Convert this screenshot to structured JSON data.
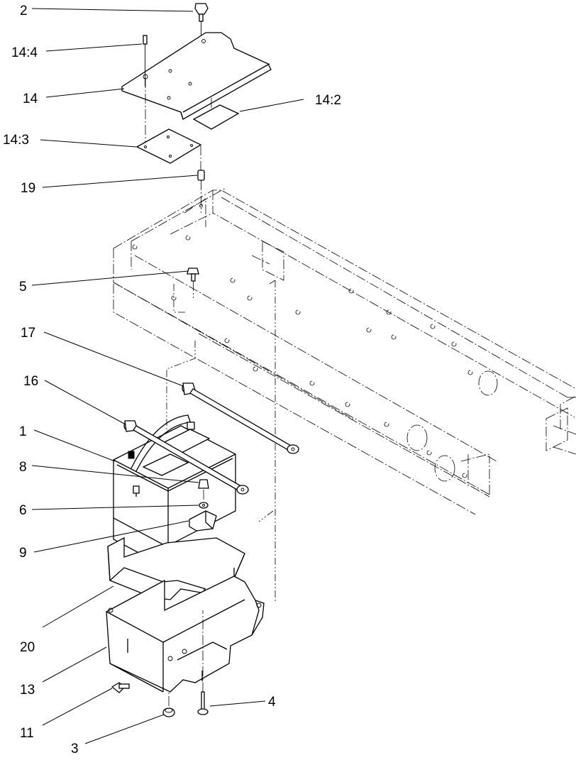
{
  "callouts": [
    {
      "id": "c2",
      "label": "2"
    },
    {
      "id": "c14-4",
      "label": "14:4"
    },
    {
      "id": "c14",
      "label": "14"
    },
    {
      "id": "c14-2",
      "label": "14:2"
    },
    {
      "id": "c14-3",
      "label": "14:3"
    },
    {
      "id": "c19",
      "label": "19"
    },
    {
      "id": "c5",
      "label": "5"
    },
    {
      "id": "c17",
      "label": "17"
    },
    {
      "id": "c16",
      "label": "16"
    },
    {
      "id": "c1",
      "label": "1"
    },
    {
      "id": "c8",
      "label": "8"
    },
    {
      "id": "c6",
      "label": "6"
    },
    {
      "id": "c9",
      "label": "9"
    },
    {
      "id": "c20",
      "label": "20"
    },
    {
      "id": "c13",
      "label": "13"
    },
    {
      "id": "c11",
      "label": "11"
    },
    {
      "id": "c4",
      "label": "4"
    },
    {
      "id": "c3",
      "label": "3"
    }
  ],
  "colors": {
    "line": "#000000",
    "background": "#ffffff"
  }
}
